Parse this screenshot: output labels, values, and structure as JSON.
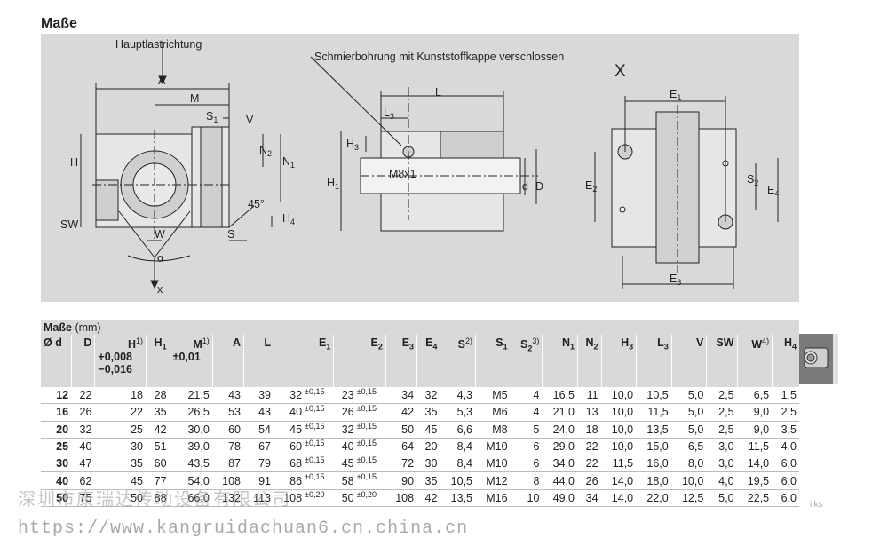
{
  "title": "Maße",
  "drawing": {
    "main_load_direction": "Hauptlastrichtung",
    "lube_hole_note": "Schmierbohrung mit Kunststoffkappe verschlossen",
    "view_label": "X",
    "thread_label": "M8x1",
    "angle_label": "45°",
    "alpha_label": "α",
    "x_label": "x",
    "labels_front": [
      "A",
      "M",
      "S1",
      "V",
      "H",
      "N2",
      "N1",
      "H4",
      "SW",
      "W",
      "S"
    ],
    "labels_side": [
      "L",
      "L3",
      "H3",
      "H1",
      "d",
      "D"
    ],
    "labels_view": [
      "E1",
      "E2",
      "S2",
      "E4",
      "E3"
    ]
  },
  "table": {
    "caption_bold": "Maße",
    "caption_unit": "(mm)",
    "headers": [
      {
        "main": "Ø d",
        "sup": "",
        "sub": "",
        "extra": ""
      },
      {
        "main": "D",
        "sup": "",
        "sub": "",
        "extra": ""
      },
      {
        "main": "H",
        "sup": "1)",
        "sub": "",
        "extra": "+0,008 −0,016"
      },
      {
        "main": "H",
        "sup": "",
        "sub": "1",
        "extra": ""
      },
      {
        "main": "M",
        "sup": "1)",
        "sub": "",
        "extra": "±0,01"
      },
      {
        "main": "A",
        "sup": "",
        "sub": "",
        "extra": ""
      },
      {
        "main": "L",
        "sup": "",
        "sub": "",
        "extra": ""
      },
      {
        "main": "E",
        "sup": "",
        "sub": "1",
        "extra": ""
      },
      {
        "main": "E",
        "sup": "",
        "sub": "2",
        "extra": ""
      },
      {
        "main": "E",
        "sup": "",
        "sub": "3",
        "extra": ""
      },
      {
        "main": "E",
        "sup": "",
        "sub": "4",
        "extra": ""
      },
      {
        "main": "S",
        "sup": "2)",
        "sub": "",
        "extra": ""
      },
      {
        "main": "S",
        "sup": "",
        "sub": "1",
        "extra": ""
      },
      {
        "main": "S",
        "sup": "3)",
        "sub": "2",
        "extra": ""
      },
      {
        "main": "N",
        "sup": "",
        "sub": "1",
        "extra": ""
      },
      {
        "main": "N",
        "sup": "",
        "sub": "2",
        "extra": ""
      },
      {
        "main": "H",
        "sup": "",
        "sub": "3",
        "extra": ""
      },
      {
        "main": "L",
        "sup": "",
        "sub": "3",
        "extra": ""
      },
      {
        "main": "V",
        "sup": "",
        "sub": "",
        "extra": ""
      },
      {
        "main": "SW",
        "sup": "",
        "sub": "",
        "extra": ""
      },
      {
        "main": "W",
        "sup": "4)",
        "sub": "",
        "extra": ""
      },
      {
        "main": "H",
        "sup": "",
        "sub": "4",
        "extra": ""
      }
    ],
    "rows": [
      [
        "12",
        "22",
        "18",
        "28",
        "21,5",
        "43",
        "39",
        "32",
        "±0,15",
        "23",
        "±0,15",
        "34",
        "32",
        "4,3",
        "M5",
        "4",
        "16,5",
        "11",
        "10,0",
        "10,5",
        "5,0",
        "2,5",
        "6,5",
        "1,5"
      ],
      [
        "16",
        "26",
        "22",
        "35",
        "26,5",
        "53",
        "43",
        "40",
        "±0,15",
        "26",
        "±0,15",
        "42",
        "35",
        "5,3",
        "M6",
        "4",
        "21,0",
        "13",
        "10,0",
        "11,5",
        "5,0",
        "2,5",
        "9,0",
        "2,5"
      ],
      [
        "20",
        "32",
        "25",
        "42",
        "30,0",
        "60",
        "54",
        "45",
        "±0,15",
        "32",
        "±0,15",
        "50",
        "45",
        "6,6",
        "M8",
        "5",
        "24,0",
        "18",
        "10,0",
        "13,5",
        "5,0",
        "2,5",
        "9,0",
        "3,5"
      ],
      [
        "25",
        "40",
        "30",
        "51",
        "39,0",
        "78",
        "67",
        "60",
        "±0,15",
        "40",
        "±0,15",
        "64",
        "20",
        "8,4",
        "M10",
        "6",
        "29,0",
        "22",
        "10,0",
        "15,0",
        "6,5",
        "3,0",
        "11,5",
        "4,0"
      ],
      [
        "30",
        "47",
        "35",
        "60",
        "43,5",
        "87",
        "79",
        "68",
        "±0,15",
        "45",
        "±0,15",
        "72",
        "30",
        "8,4",
        "M10",
        "6",
        "34,0",
        "22",
        "11,5",
        "16,0",
        "8,0",
        "3,0",
        "14,0",
        "6,0"
      ],
      [
        "40",
        "62",
        "45",
        "77",
        "54,0",
        "108",
        "91",
        "86",
        "±0,15",
        "58",
        "±0,15",
        "90",
        "35",
        "10,5",
        "M12",
        "8",
        "44,0",
        "26",
        "14,0",
        "18,0",
        "10,0",
        "4,0",
        "19,5",
        "6,0"
      ],
      [
        "50",
        "75",
        "50",
        "88",
        "66,0",
        "132",
        "113",
        "108",
        "±0,20",
        "50",
        "±0,20",
        "108",
        "42",
        "13,5",
        "M16",
        "10",
        "49,0",
        "34",
        "14,0",
        "22,0",
        "12,5",
        "5,0",
        "22,5",
        "6,0"
      ]
    ]
  },
  "watermark": {
    "chinese": "深圳市康瑞达传动设备有限公司",
    "url": "https://www.kangruidachuan6.cn.china.cn",
    "corner": "ilks"
  }
}
